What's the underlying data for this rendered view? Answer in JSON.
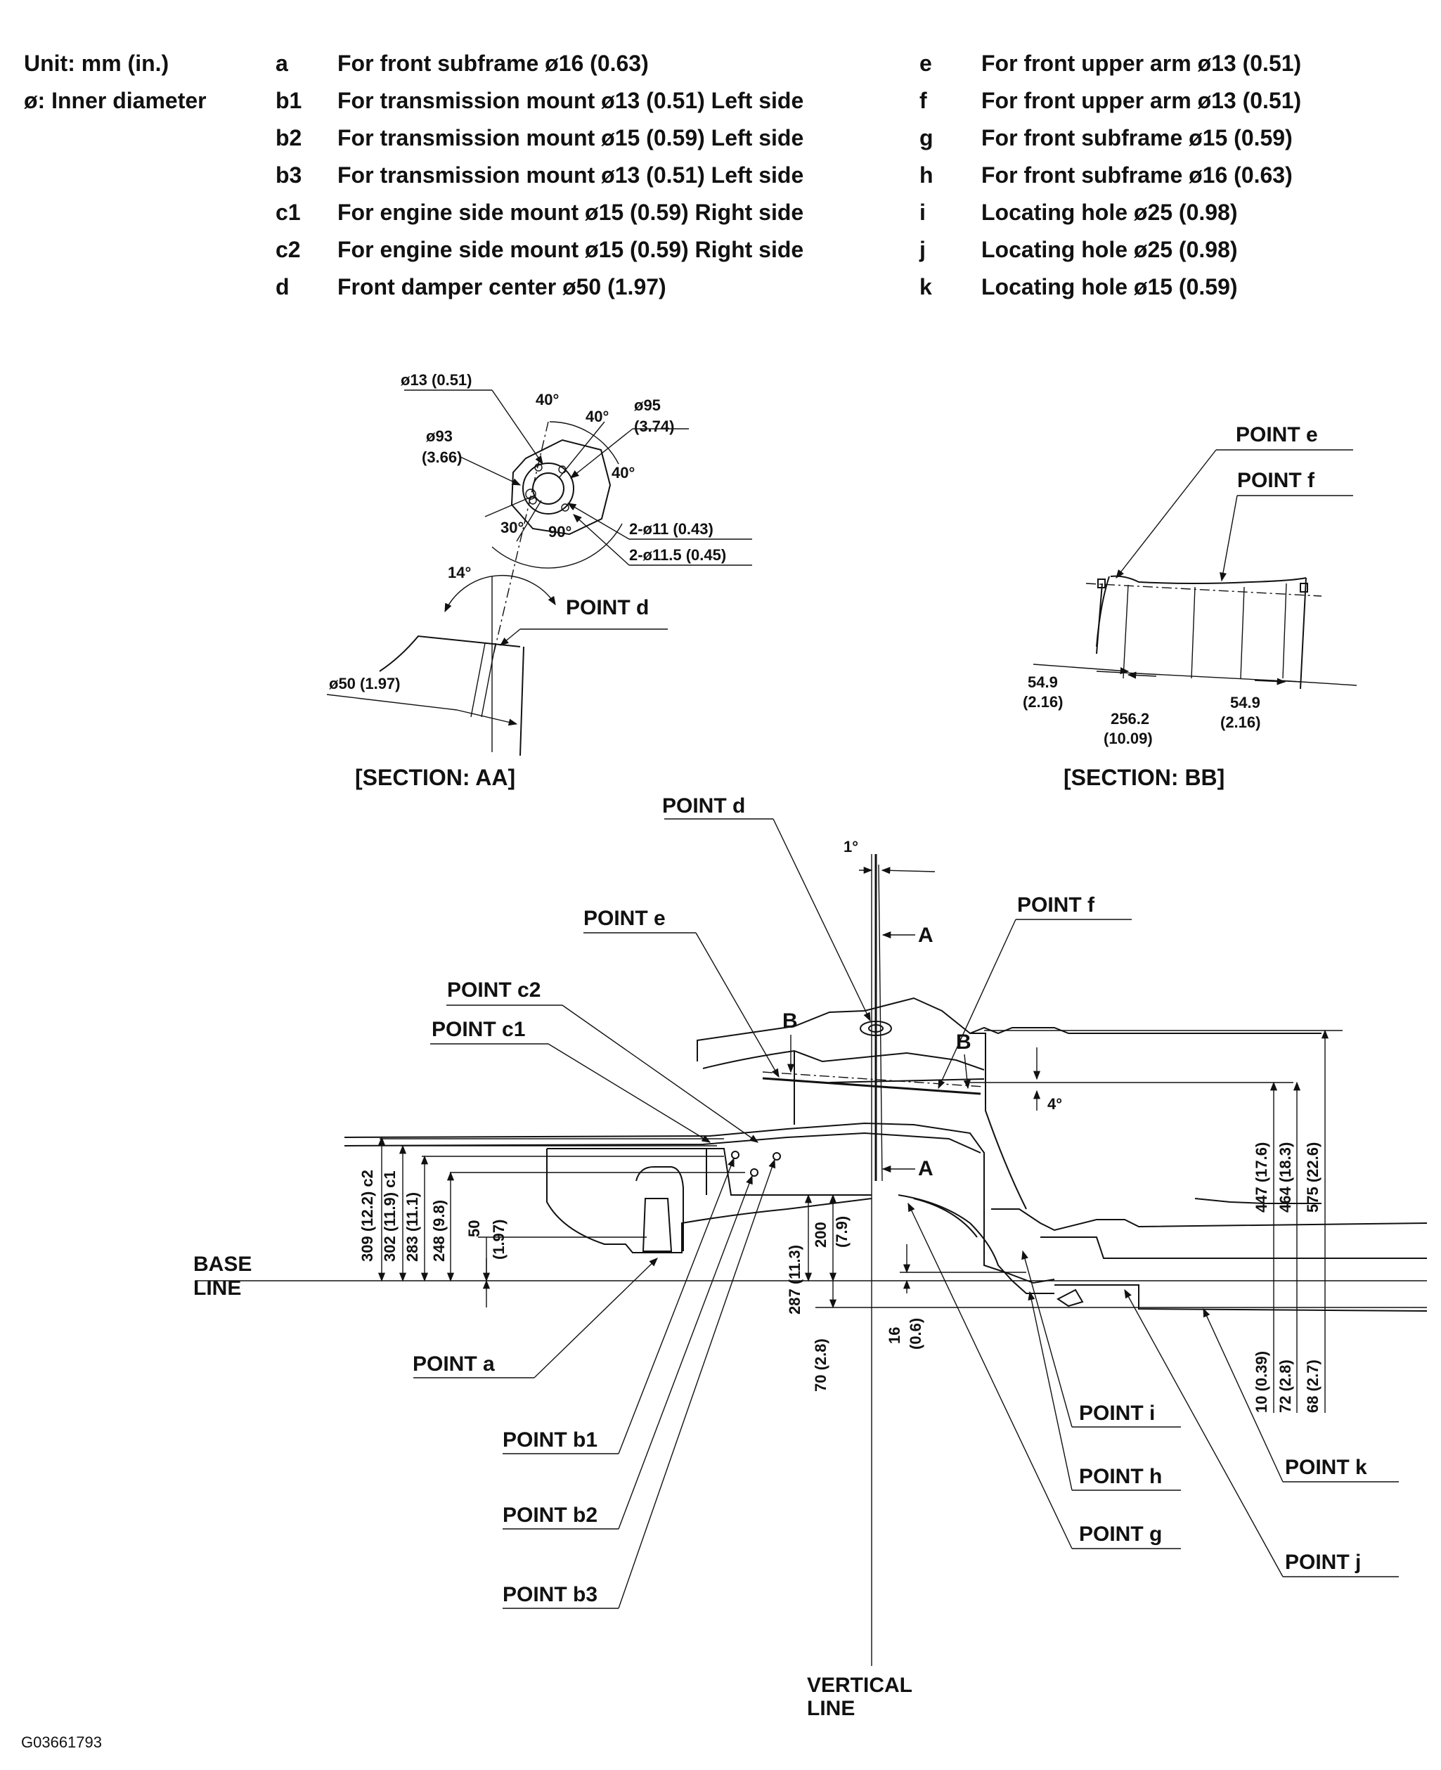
{
  "legend": {
    "unit_line": "Unit: mm (in.)",
    "diameter_line": "ø: Inner diameter",
    "left_items": [
      {
        "key": "a",
        "text": "For front subframe ø16 (0.63)"
      },
      {
        "key": "b1",
        "text": "For transmission mount ø13 (0.51) Left side"
      },
      {
        "key": "b2",
        "text": "For transmission mount ø15 (0.59) Left side"
      },
      {
        "key": "b3",
        "text": "For transmission mount ø13 (0.51) Left side"
      },
      {
        "key": "c1",
        "text": "For engine side mount ø15 (0.59) Right side"
      },
      {
        "key": "c2",
        "text": "For engine side mount ø15 (0.59) Right side"
      },
      {
        "key": "d",
        "text": "Front damper center ø50 (1.97)"
      }
    ],
    "right_items": [
      {
        "key": "e",
        "text": "For front upper arm ø13 (0.51)"
      },
      {
        "key": "f",
        "text": "For front upper arm ø13 (0.51)"
      },
      {
        "key": "g",
        "text": "For front subframe ø15 (0.59)"
      },
      {
        "key": "h",
        "text": "For front subframe ø16 (0.63)"
      },
      {
        "key": "i",
        "text": "Locating hole ø25 (0.98)"
      },
      {
        "key": "j",
        "text": "Locating hole ø25 (0.98)"
      },
      {
        "key": "k",
        "text": "Locating hole ø15 (0.59)"
      }
    ]
  },
  "section_aa": {
    "title": "[SECTION: AA]",
    "point_label": "POINT d",
    "hole_13": "ø13 (0.51)",
    "dia_93": "ø93",
    "dia_93_in": "(3.66)",
    "dia_95": "ø95",
    "dia_95_in": "(3.74)",
    "angle_40a": "40°",
    "angle_40b": "40°",
    "angle_40c": "40°",
    "angle_30": "30°",
    "angle_90": "90°",
    "holes_11": "2-ø11 (0.43)",
    "holes_11_5": "2-ø11.5 (0.45)",
    "angle_14": "14°",
    "dia_50": "ø50 (1.97)"
  },
  "section_bb": {
    "title": "[SECTION: BB]",
    "point_e": "POINT e",
    "point_f": "POINT f",
    "left_dim": "54.9",
    "left_dim_in": "(2.16)",
    "mid_dim": "256.2",
    "mid_dim_in": "(10.09)",
    "right_dim": "54.9",
    "right_dim_in": "(2.16)"
  },
  "main_view": {
    "point_d": "POINT d",
    "point_e": "POINT e",
    "point_f": "POINT f",
    "point_c2": "POINT c2",
    "point_c1": "POINT c1",
    "point_a": "POINT a",
    "point_b1": "POINT b1",
    "point_b2": "POINT b2",
    "point_b3": "POINT b3",
    "point_g": "POINT g",
    "point_h": "POINT h",
    "point_i": "POINT i",
    "point_j": "POINT j",
    "point_k": "POINT k",
    "angle_1": "1°",
    "angle_4": "4°",
    "marker_a_top": "A",
    "marker_a_bottom": "A",
    "marker_b_left": "B",
    "marker_b_right": "B",
    "base_line_1": "BASE",
    "base_line_2": "LINE",
    "vertical_line_1": "VERTICAL",
    "vertical_line_2": "LINE",
    "dim_c2": "309 (12.2) c2",
    "dim_c1": "302 (11.9) c1",
    "dim_283": "283 (11.1)",
    "dim_248": "248 (9.8)",
    "dim_50": "50",
    "dim_50_in": "(1.97)",
    "dim_200": "200",
    "dim_200_in": "(7.9)",
    "dim_287": "287 (11.3)",
    "dim_70": "70 (2.8)",
    "dim_16": "16",
    "dim_16_in": "(0.6)",
    "dim_447": "447 (17.6)",
    "dim_464": "464 (18.3)",
    "dim_575": "575 (22.6)",
    "dim_10": "10 (0.39)",
    "dim_72": "72 (2.8)",
    "dim_68": "68 (2.7)"
  },
  "figure_id": "G03661793"
}
